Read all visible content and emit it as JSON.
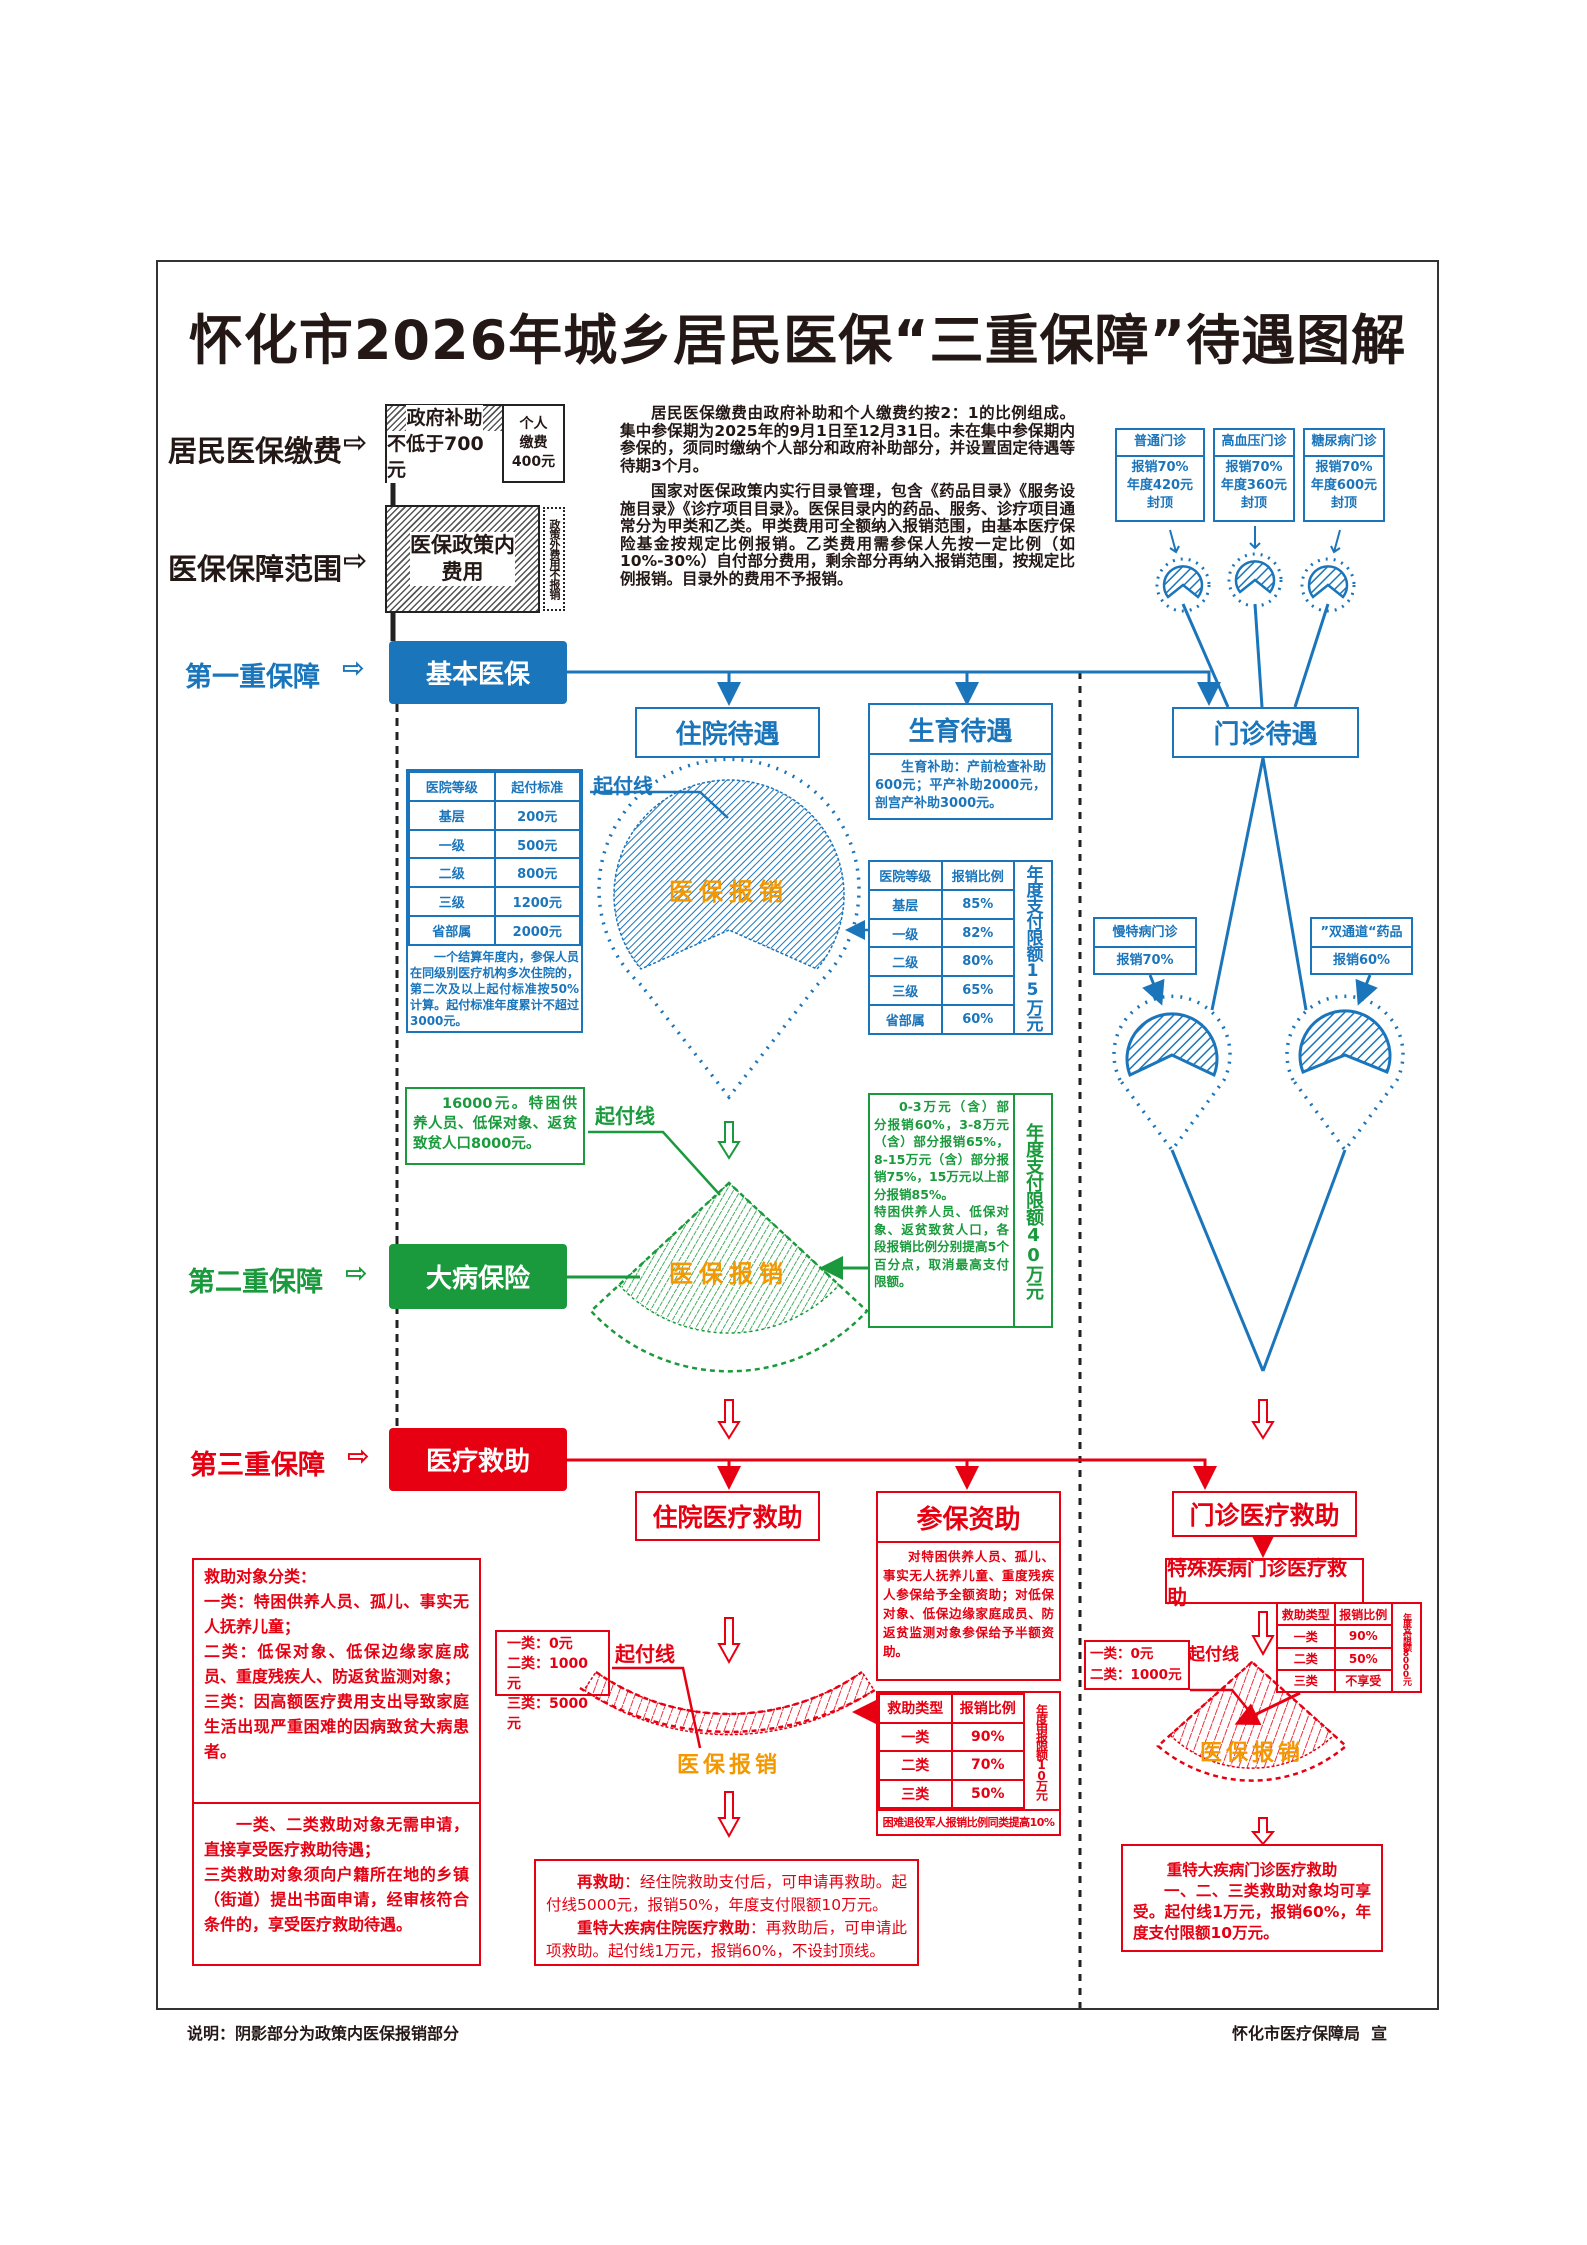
{
  "title": "怀化市2026年城乡居民医保“三重保障”待遇图解",
  "contribution": {
    "label": "居民医保缴费",
    "gov_subsidy": "政府补助",
    "gov_amount": "不低于700元",
    "personal": "个人\n缴费\n400元"
  },
  "scope": {
    "label": "医保保障范围",
    "in_policy": "医保政策内\n费用",
    "out_policy": "政策外费用不报销"
  },
  "intro": {
    "p1": "居民医保缴费由政府补助和个人缴费约按2：1的比例组成。集中参保期为2025年的9月1日至12月31日。未在集中参保期内参保的，须同时缴纳个人部分和政府补助部分，并设置固定待遇等待期3个月。",
    "p2": "国家对医保政策内实行目录管理，包含《药品目录》《服务设施目录》《诊疗项目目录》。医保目录内的药品、服务、诊疗项目通常分为甲类和乙类。甲类费用可全额纳入报销范围，由基本医疗保险基金按规定比例报销。乙类费用需参保人先按一定比例（如10%-30%）自付部分费用，剩余部分再纳入报销范围，按规定比例报销。目录外的费用不予报销。"
  },
  "tiers": {
    "first": {
      "label": "第一重保障",
      "box": "基本医保"
    },
    "second": {
      "label": "第二重保障",
      "box": "大病保险"
    },
    "third": {
      "label": "第三重保障",
      "box": "医疗救助"
    }
  },
  "outpatient_top": [
    {
      "name": "普通门诊",
      "desc": "报销70%\n年度420元\n封顶"
    },
    {
      "name": "高血压门诊",
      "desc": "报销70%\n年度360元\n封顶"
    },
    {
      "name": "糖尿病门诊",
      "desc": "报销70%\n年度600元\n封顶"
    }
  ],
  "inpatient": {
    "title": "住院待遇",
    "deductible_label": "起付线",
    "deductible_table": {
      "headers": [
        "医院等级",
        "起付标准"
      ],
      "rows": [
        [
          "基层",
          "200元"
        ],
        [
          "一级",
          "500元"
        ],
        [
          "二级",
          "800元"
        ],
        [
          "三级",
          "1200元"
        ],
        [
          "省部属",
          "2000元"
        ]
      ],
      "note": "一个结算年度内，参保人员在同级别医疗机构多次住院的，第二次及以上起付标准按50%计算。起付标准年度累计不超过3000元。"
    },
    "pie_label": "医保报销",
    "reimb_table": {
      "headers": [
        "医院等级",
        "报销比例"
      ],
      "rows": [
        [
          "基层",
          "85%"
        ],
        [
          "一级",
          "82%"
        ],
        [
          "二级",
          "80%"
        ],
        [
          "三级",
          "65%"
        ],
        [
          "省部属",
          "60%"
        ]
      ],
      "limit": "年度支付限额15万元"
    }
  },
  "maternity": {
    "title": "生育待遇",
    "desc": "生育补助：产前检查补助600元；平产补助2000元，剖宫产补助3000元。"
  },
  "outpatient": {
    "title": "门诊待遇",
    "chronic": {
      "name": "慢特病门诊",
      "desc": "报销70%"
    },
    "dual_channel": {
      "name": "”双通道“药品",
      "desc": "报销60%"
    }
  },
  "critical": {
    "deductible_text": "16000元。特困供养人员、低保对象、返贫致贫人口8000元。",
    "deductible_label": "起付线",
    "fan_label": "医保报销",
    "desc": "0-3万元（含）部分报销60%，3-8万元（含）部分报销65%，8-15万元（含）部分报销75%，15万元以上部分报销85%。\n特困供养人员、低保对象、返贫致贫人口，各段报销比例分别提高5个百分点，取消最高支付限额。",
    "limit": "年度支付限额40万元"
  },
  "assistance": {
    "categories": "救助对象分类：\n一类：特困供养人员、孤儿、事实无人抚养儿童；\n二类：低保对象、低保边缘家庭成员、重度残疾人、防返贫监测对象；\n三类：因高额医疗费用支出导致家庭生活出现严重困难的因病致贫大病患者。",
    "apply": "一类、二类救助对象无需申请，直接享受医疗救助待遇；\n三类救助对象须向户籍所在地的乡镇（街道）提出书面申请，经审核符合条件的，享受医疗救助待遇。",
    "inpatient": {
      "title": "住院医疗救助",
      "deductible": "一类：0元\n二类：1000元\n三类：5000元",
      "deductible_label": "起付线",
      "arc_label": "医保报销",
      "table": {
        "headers": [
          "救助类型",
          "报销比例"
        ],
        "rows": [
          [
            "一类",
            "90%"
          ],
          [
            "二类",
            "70%"
          ],
          [
            "三类",
            "50%"
          ]
        ],
        "limit": "年度申报限额10万元",
        "footnote": "困难退役军人报销比例同类提高10%"
      },
      "re_title": "再救助",
      "re_text": "：经住院救助支付后，可申请再救助。起付线5000元，报销50%，年度支付限额10万元。",
      "major_title": "重特大疾病住院医疗救助",
      "major_text": "：再救助后，可申请此项救助。起付线1万元，报销60%，不设封顶线。"
    },
    "subsidy": {
      "title": "参保资助",
      "desc": "对特困供养人员、孤儿、事实无人抚养儿童、重度残疾人参保给予全额资助；对低保对象、低保边缘家庭成员、防返贫监测对象参保给予半额资助。"
    },
    "outpatient": {
      "title": "门诊医疗救助",
      "special": "特殊疾病门诊医疗救助",
      "deductible": "一类：0元\n二类：1000元",
      "deductible_label": "起付线",
      "fan_label": "医保报销",
      "table": {
        "headers": [
          "救助类型",
          "报销比例"
        ],
        "rows": [
          [
            "一类",
            "90%"
          ],
          [
            "二类",
            "50%"
          ],
          [
            "三类",
            "不享受"
          ]
        ],
        "limit": "年度支付限额8000元"
      },
      "major_title": "重特大疾病门诊医疗救助",
      "major_text": "一、二、三类救助对象均可享受。起付线1万元，报销60%，年度支付限额10万元。"
    }
  },
  "footer": {
    "note": "说明：阴影部分为政策内医保报销部分",
    "issuer": "怀化市医疗保障局  宣"
  },
  "colors": {
    "blue": "#1b75bb",
    "green": "#1a9a3c",
    "red": "#e60012",
    "orange": "#f39800"
  }
}
